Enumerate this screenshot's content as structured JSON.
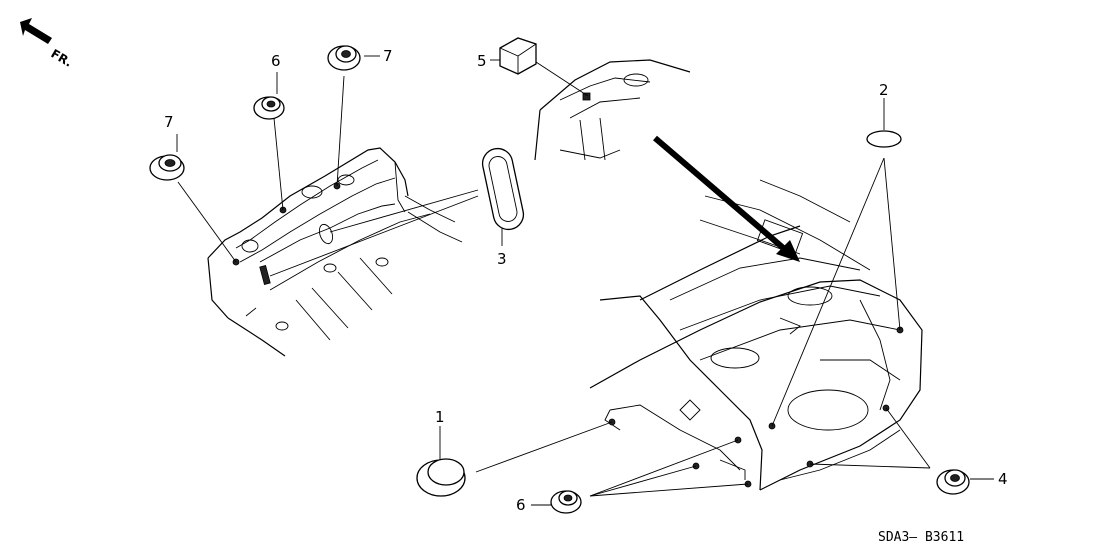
{
  "direction": {
    "text": "FR.",
    "icon": "front-direction-arrow-icon"
  },
  "callouts": [
    "7",
    "6",
    "7",
    "5",
    "2",
    "3",
    "1",
    "6",
    "4"
  ],
  "diagram_code": "SDA3— B3611"
}
